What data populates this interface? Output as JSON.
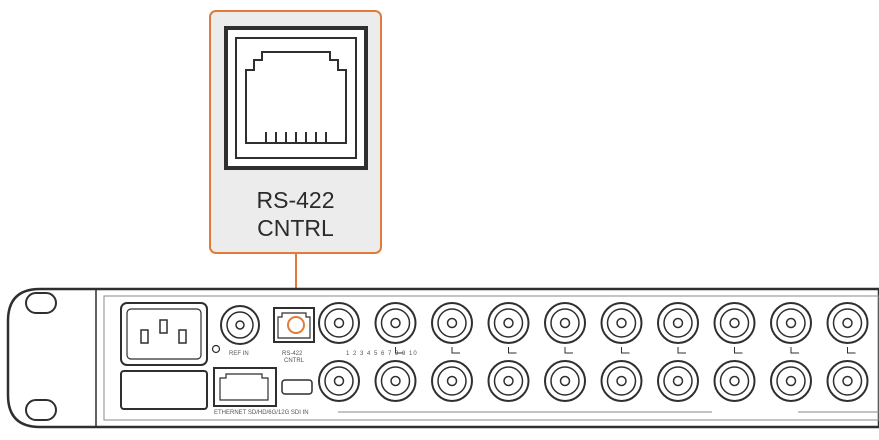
{
  "callout": {
    "line1": "RS-422",
    "line2": "CNTRL"
  },
  "panel_labels": {
    "ref_in": "REF IN",
    "rs422_line1": "RS-422",
    "rs422_line2": "CNTRL",
    "numbers": "1 2 3 4 5 6 7 8 9 10",
    "ethernet_sdi": "ETHERNET  SD/HD/6G/12G SDI IN"
  },
  "colors": {
    "accent": "#e07b3c",
    "callout_fill": "#ececec",
    "outline": "#2f2f2f"
  }
}
